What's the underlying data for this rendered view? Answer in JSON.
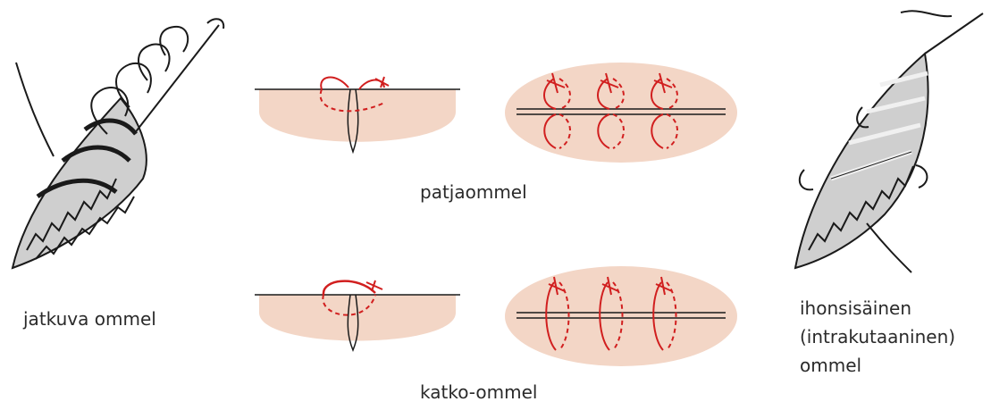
{
  "labels": {
    "continuous": "jatkuva ommel",
    "mattress": "patjaommel",
    "interrupted": "katko-ommel",
    "intradermal_line1": "ihonsisäinen",
    "intradermal_line2": "(intrakutaaninen)",
    "intradermal_line3": "ommel"
  },
  "colors": {
    "skin": "#f3d6c6",
    "suture": "#d11f1f",
    "ink": "#1a1a1a"
  },
  "icons": {
    "continuous": "continuous-suture-illustration",
    "intradermal": "intradermal-suture-illustration"
  }
}
